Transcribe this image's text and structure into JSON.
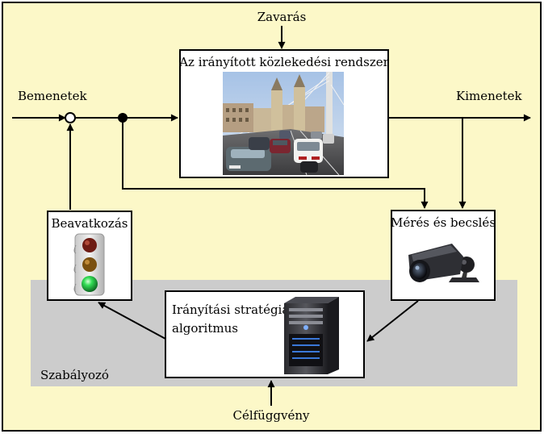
{
  "labels": {
    "disturbance": "Zavarás",
    "inputs": "Bemenetek",
    "outputs": "Kimenetek",
    "controller": "Szabályozó",
    "objective": "Célfüggvény"
  },
  "blocks": {
    "system": {
      "title": "Az irányított közlekedési rendszer",
      "image": "traffic-street-photo"
    },
    "intervention": {
      "title": "Beavatkozás",
      "image": "traffic-light"
    },
    "measurement": {
      "title": "Mérés és becslés",
      "image": "security-camera"
    },
    "strategy": {
      "title_line1": "Irányítási stratégia,",
      "title_line2": "algoritmus",
      "image": "computer-tower"
    }
  },
  "colors": {
    "background": "#fcf8c8",
    "controller_region": "#cccccc",
    "box_fill": "#ffffff",
    "stroke": "#000000"
  }
}
